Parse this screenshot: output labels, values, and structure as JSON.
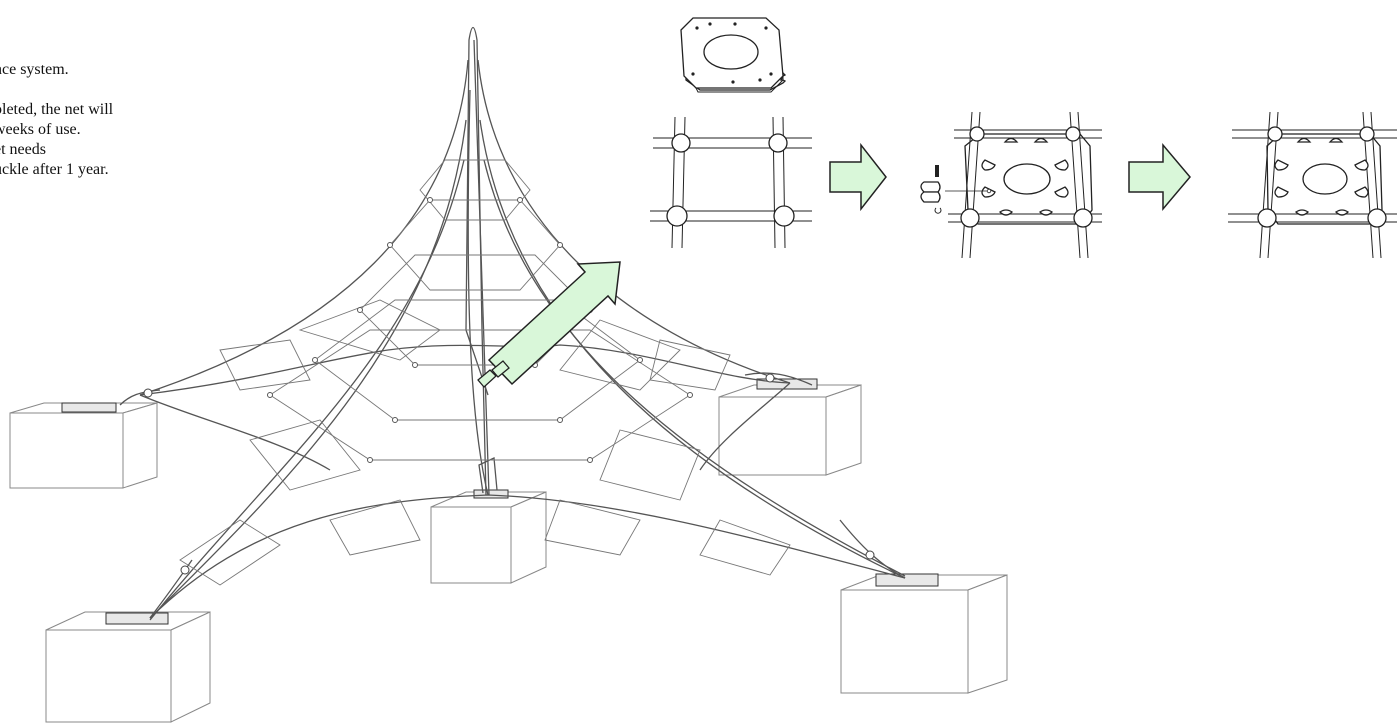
{
  "notes": {
    "lines": [
      "nce system.",
      "",
      "pleted, the net will",
      "weeks of use.",
      "et needs",
      "uckle after 1 year."
    ]
  },
  "colors": {
    "arrow_fill": "#d9f7d9",
    "arrow_stroke": "#222222",
    "rope": "#555555",
    "block_edge": "#888888"
  },
  "steps": [
    "top-plate",
    "net-junction",
    "plate-attach-with-clamps",
    "plate-installed"
  ]
}
